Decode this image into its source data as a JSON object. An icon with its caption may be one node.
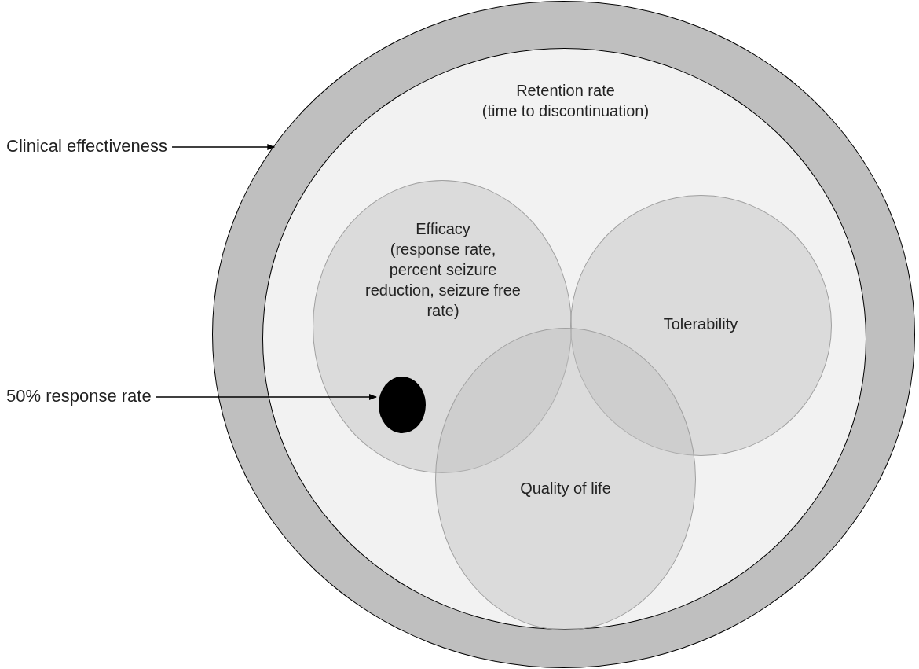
{
  "diagram": {
    "nodes": [
      {
        "text": [
          "Clinical effectiveness"
        ]
      },
      {
        "text": [],
        "shape": "circle"
      },
      {
        "text": [
          "Retention rate",
          "(time to discontinuation)"
        ],
        "in": 1
      },
      {
        "text": [
          "Efficacy",
          "(response rate, percent seizure reduction, seizure free rate)"
        ],
        "in": 2
      },
      {
        "text": [
          "Tolerability"
        ],
        "in": 2
      },
      {
        "text": [
          "Quality of life"
        ],
        "in": 2
      },
      {
        "text": [
          "50% response rate"
        ]
      },
      {
        "text": [],
        "shape": "circle",
        "in": 3
      }
    ],
    "edges": [
      {
        "from": 0,
        "to": 1,
        "arrow": "to"
      },
      {
        "from": 6,
        "to": 7,
        "arrow": "to"
      }
    ]
  }
}
